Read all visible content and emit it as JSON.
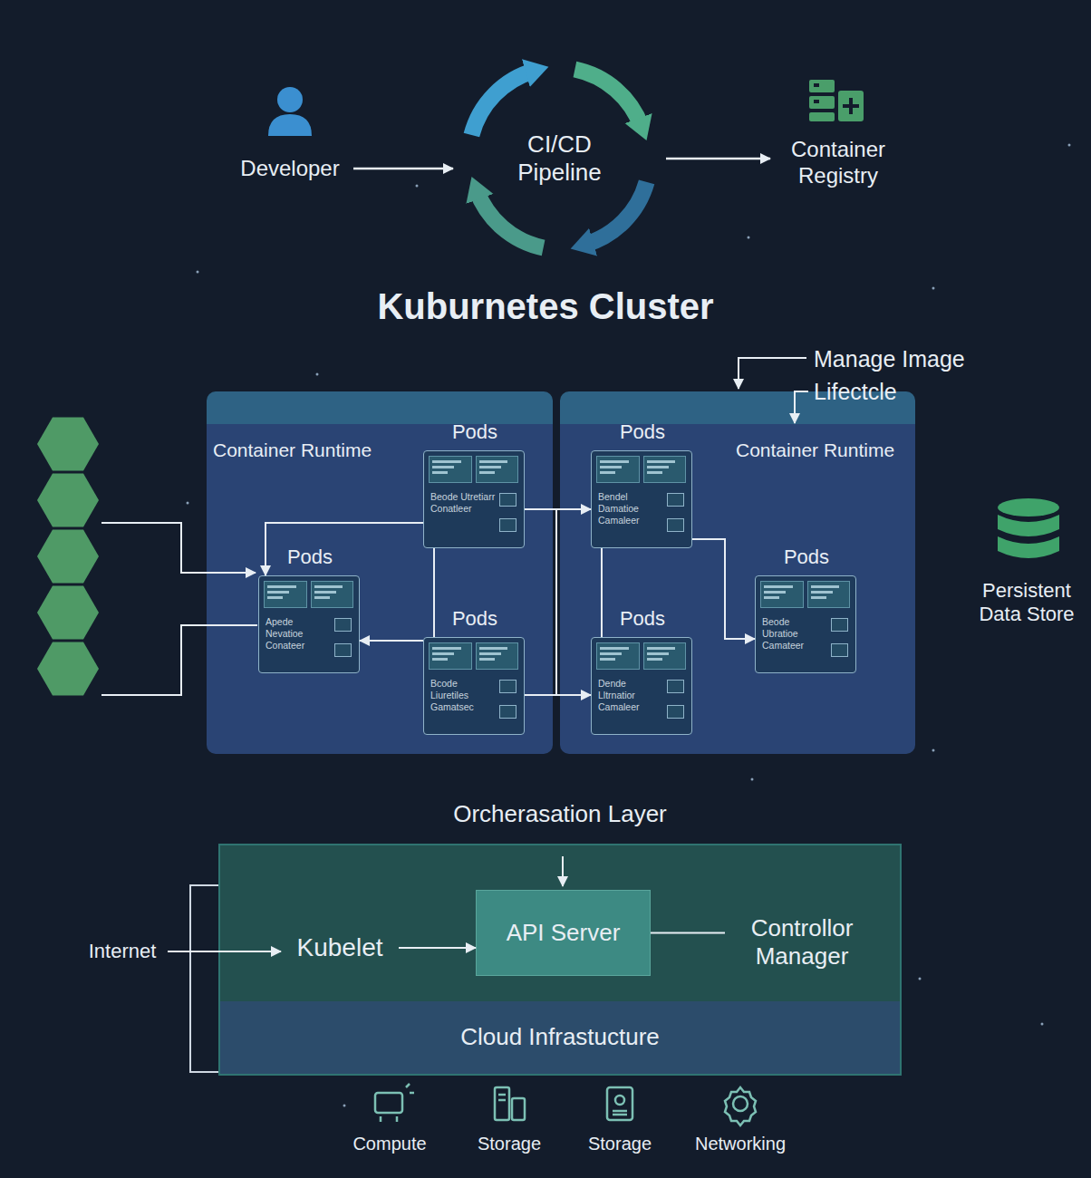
{
  "diagram": {
    "title": "Kuburnetes Cluster",
    "nodes": [
      {
        "text": [
          "Developer"
        ]
      },
      {
        "text": [
          "CI/CD Pipeline"
        ]
      },
      {
        "text": [
          "Container Registry"
        ]
      },
      {
        "text": [
          "Container Runtime"
        ]
      },
      {
        "text": [
          "Container Runtime"
        ]
      },
      {
        "text": [
          "Pods",
          "Beode Utretiarr Conatleer"
        ],
        "in": 3
      },
      {
        "text": [
          "Pods",
          "Apede Nevatioe Conateer"
        ],
        "in": 3
      },
      {
        "text": [
          "Pods",
          "Bcode Liuretiles Gamatsec"
        ],
        "in": 3
      },
      {
        "text": [
          "Pods",
          "Bendel Damatioe Camaleer"
        ],
        "in": 4
      },
      {
        "text": [
          "Pods",
          "Beode Ubratioe Camateer"
        ],
        "in": 4
      },
      {
        "text": [
          "Pods",
          "Dende Lltrnatior Camaleer"
        ],
        "in": 4
      },
      {
        "text": [
          "Persistent Data Store"
        ]
      },
      {
        "text": [
          "Internet"
        ]
      },
      {
        "text": [
          "Orcherasation Layer"
        ]
      },
      {
        "text": [
          "Kubelet"
        ],
        "in": 13
      },
      {
        "text": [
          "API Server"
        ],
        "in": 13
      },
      {
        "text": [
          "Controllor Manager"
        ],
        "in": 13
      },
      {
        "text": [
          "Cloud Infrastucture"
        ],
        "in": 13
      }
    ],
    "edges": [
      {
        "from": 0,
        "to": 1,
        "arrow": "to"
      },
      {
        "from": 1,
        "to": 2,
        "arrow": "to"
      },
      {
        "from": 5,
        "to": 6,
        "arrow": "to"
      },
      {
        "from": 7,
        "to": 6,
        "arrow": "to"
      },
      {
        "from": 5,
        "to": 7,
        "arrow": "none"
      },
      {
        "from": 5,
        "to": 8,
        "arrow": "to"
      },
      {
        "from": 7,
        "to": 10,
        "arrow": "to"
      },
      {
        "from": 8,
        "to": 10,
        "arrow": "none"
      },
      {
        "from": 8,
        "to": 9,
        "arrow": "to"
      },
      {
        "from": 12,
        "to": 14,
        "arrow": "to"
      },
      {
        "from": 14,
        "to": 15,
        "arrow": "to"
      },
      {
        "from": 15,
        "to": 16,
        "arrow": "none"
      }
    ],
    "labels": [
      "Manage Image Lifectcle",
      "Compute",
      "Storage",
      "Storage",
      "Networking"
    ]
  }
}
